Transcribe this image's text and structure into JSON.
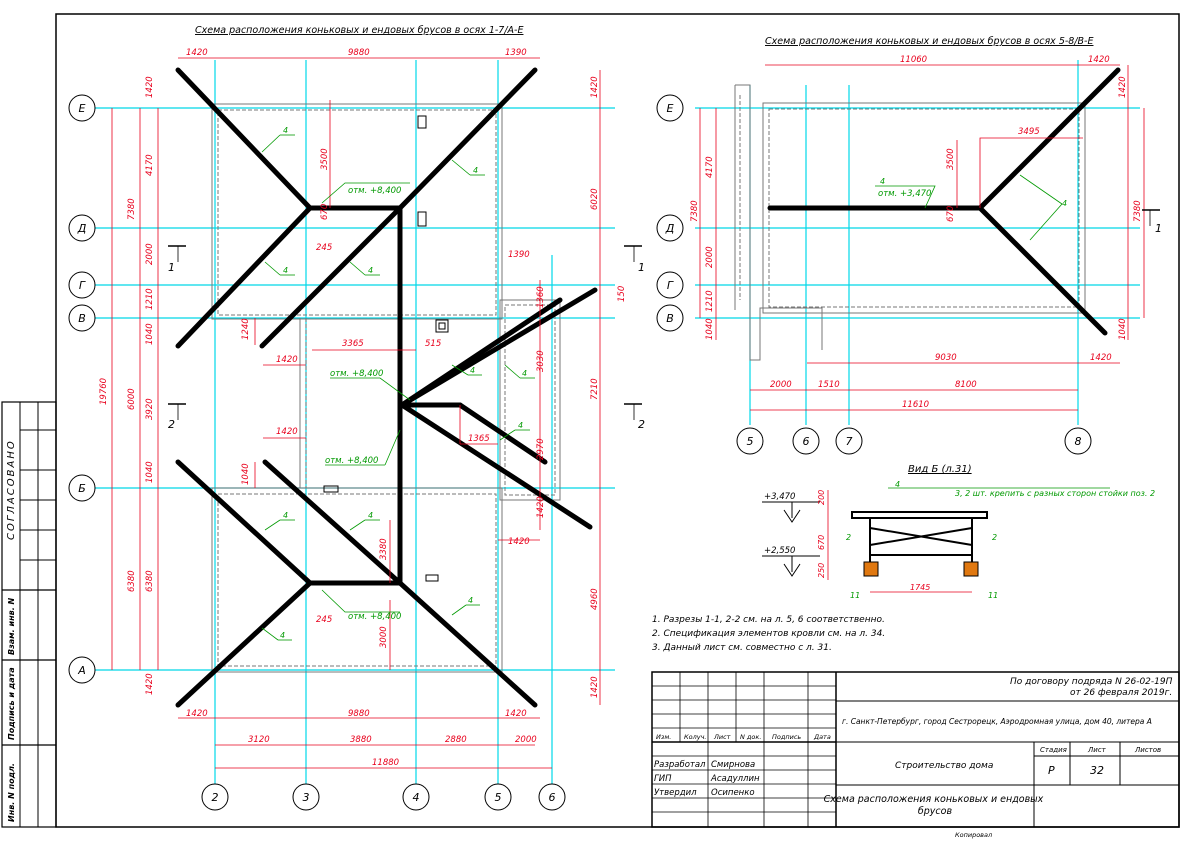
{
  "plan1": {
    "title": "Схема расположения коньковых и ендовых брусов в осях 1-7/А-Е",
    "axes_letters": [
      "Е",
      "Д",
      "Г",
      "В",
      "Б",
      "А"
    ],
    "axes_numbers": [
      "2",
      "3",
      "4",
      "5",
      "6"
    ],
    "top_dims": [
      "1420",
      "9880",
      "1390"
    ],
    "bottom_dims_1": [
      "1420",
      "9880",
      "1420"
    ],
    "bottom_dims_2": [
      "3120",
      "3880",
      "2880",
      "2000"
    ],
    "bottom_total": "11880",
    "left_dims_outer": [
      "1420",
      "4170",
      "2000",
      "1210",
      "1040",
      "3920",
      "1040",
      "6380",
      "1420"
    ],
    "left_dims_inner": [
      "7380",
      "6000",
      "6380"
    ],
    "left_total": "19760",
    "right_dims": [
      "1420",
      "6020",
      "1390",
      "150",
      "1360",
      "3030",
      "7210",
      "2970",
      "1420",
      "4960",
      "1420"
    ],
    "interior_dims": [
      "3500",
      "670",
      "245",
      "1240",
      "1420",
      "3365",
      "515",
      "1420",
      "1040",
      "1365",
      "3380",
      "245",
      "3000",
      "1420"
    ],
    "elevations": [
      "отм. +8,400",
      "отм. +8,400",
      "отм. +8,400",
      "отм. +8,400"
    ],
    "callout": "4",
    "section_marks": [
      "1",
      "1",
      "2",
      "2"
    ]
  },
  "plan2": {
    "title": "Схема расположения коньковых и ендовых брусов в осях 5-8/В-Е",
    "axes_letters": [
      "Е",
      "Д",
      "Г",
      "В"
    ],
    "axes_numbers": [
      "5",
      "6",
      "7",
      "8"
    ],
    "top_dim": "11060",
    "top_right": "1420",
    "inner_dims": [
      "3495",
      "3500",
      "670",
      "9030",
      "1420"
    ],
    "left_dims": [
      "4170",
      "7380",
      "2000",
      "1210",
      "1040"
    ],
    "right_dims": [
      "1420",
      "7380",
      "1040"
    ],
    "bottom_dims": [
      "2000",
      "1510",
      "8100"
    ],
    "bottom_total": "11610",
    "elevation": "отм. +3,470",
    "callout": "4",
    "section_mark": "1"
  },
  "view_b": {
    "title": "Вид Б (л.31)",
    "note": "3, 2 шт. крепить с разных сторон стойки поз. 2",
    "levels": [
      "+3,470",
      "+2,550"
    ],
    "dims": [
      "200",
      "670",
      "250",
      "1745"
    ],
    "callouts": [
      "4",
      "2",
      "2",
      "11",
      "11"
    ]
  },
  "notes": [
    "1.   Разрезы 1-1, 2-2 см. на л. 5, 6 соответственно.",
    "2.   Спецификация элементов кровли см. на л. 34.",
    "3.   Данный лист см. совместно с л. 31."
  ],
  "side_stamps": [
    "СОГЛАСОВАНО",
    "Взам. инв. N",
    "Подпись и дата",
    "Инв. N подл."
  ],
  "title_block": {
    "contract": "По договору подряда N 26-02-19П",
    "contract_date": "от 26 февраля 2019г.",
    "address": "г. Санкт-Петербург, город Сестрорецк, Аэродромная улица, дом 40, литера А",
    "headers": [
      "Изм.",
      "Колуч.",
      "Лист",
      "N док.",
      "Подпись",
      "Дата"
    ],
    "roles": [
      "Разработал",
      "ГИП",
      "Утвердил"
    ],
    "names": [
      "Смирнова",
      "Асадуллин",
      "Осипенко"
    ],
    "object": "Строительство дома",
    "sheet_title": "Схема расположения коньковых и ендовых брусов",
    "stage_label": "Стадия",
    "sheet_label": "Лист",
    "sheets_label": "Листов",
    "stage": "Р",
    "sheet": "32",
    "copied": "Копировал"
  },
  "colors": {
    "dimension": "#e8001c",
    "axis": "#00d8e8",
    "callout": "#009900",
    "beam": "#000000"
  }
}
